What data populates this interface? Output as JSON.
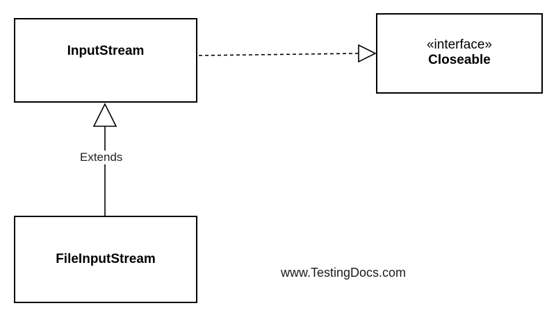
{
  "diagram": {
    "classes": {
      "input_stream": {
        "name": "InputStream"
      },
      "closeable": {
        "stereotype": "«interface»",
        "name": "Closeable"
      },
      "file_input_stream": {
        "name": "FileInputStream"
      }
    },
    "relations": {
      "extends": {
        "label": "Extends"
      }
    },
    "watermark": "www.TestingDocs.com"
  }
}
